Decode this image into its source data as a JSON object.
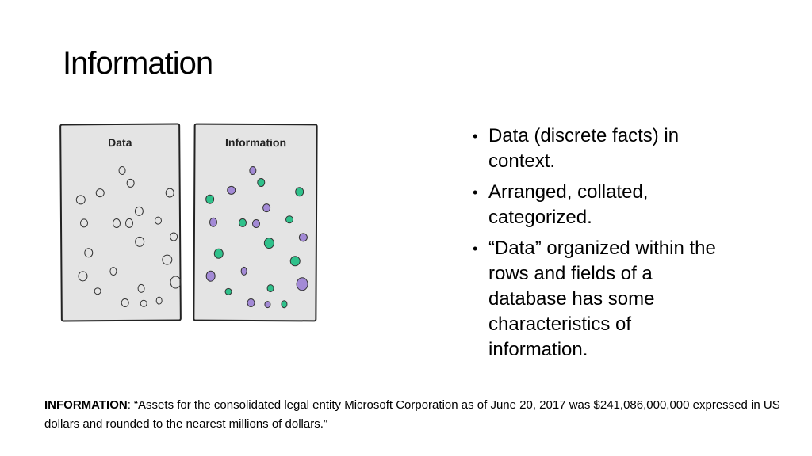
{
  "slide": {
    "title": "Information"
  },
  "illustration": {
    "left_panel_label": "Data",
    "right_panel_label": "Information"
  },
  "bullets": [
    "Data (discrete facts) in context.",
    "Arranged, collated, categorized.",
    "“Data” organized within the rows and fields of a database has some characteristics of information."
  ],
  "note": {
    "label": "INFORMATION",
    "text": ": “Assets for the consolidated legal entity Microsoft Corporation as of June 20, 2017 was $241,086,000,000 expressed in US dollars and rounded to the nearest millions of dollars.”"
  },
  "colors": {
    "green_dot": "#2fc18b",
    "purple_dot": "#a38ad6",
    "panel_fill": "#e4e4e4"
  }
}
